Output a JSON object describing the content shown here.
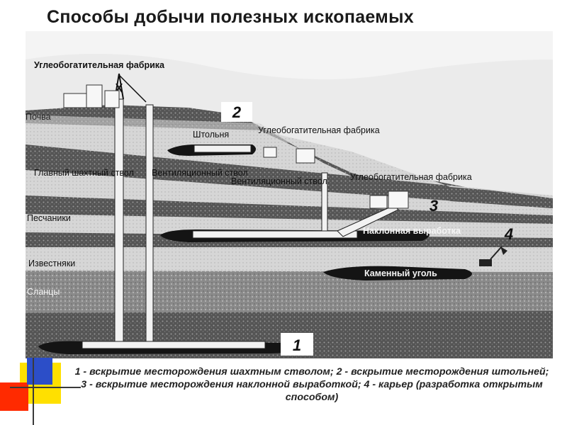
{
  "title": "Способы добычи полезных ископаемых",
  "labels": {
    "plant_1": "Углеобогатительная фабрика",
    "soil": "Почва",
    "main_shaft": "Главный шахтный ствол",
    "vent_shaft_1": "Вентиляционный ствол",
    "adit": "Штольня",
    "plant_2": "Углеобогатительная фабрика",
    "vent_shaft_2": "Вентиляционный ствол",
    "plant_3": "Углеобогатительная фабрика",
    "inclined": "Наклонная выработка",
    "sandstone": "Песчаники",
    "limestone": "Известняки",
    "shale": "Сланцы",
    "coal": "Каменный уголь"
  },
  "numbers": {
    "n1": "1",
    "n2": "2",
    "n3": "3",
    "n4": "4"
  },
  "caption": "1 - вскрытие месторождения шахтным стволом; 2 - вскрытие месторождения штольней; 3 - вскрытие месторождения наклонной выработкой; 4 - карьер (разработка открытым способом)",
  "colors": {
    "sky": "#ececec",
    "dark_layer": "#5a5a5a",
    "light_layer": "#d9d9d9",
    "coal": "#1a1a1a",
    "deco_yellow": "#ffe000",
    "deco_red": "#ff2a00",
    "deco_blue": "#2c4ec8"
  }
}
